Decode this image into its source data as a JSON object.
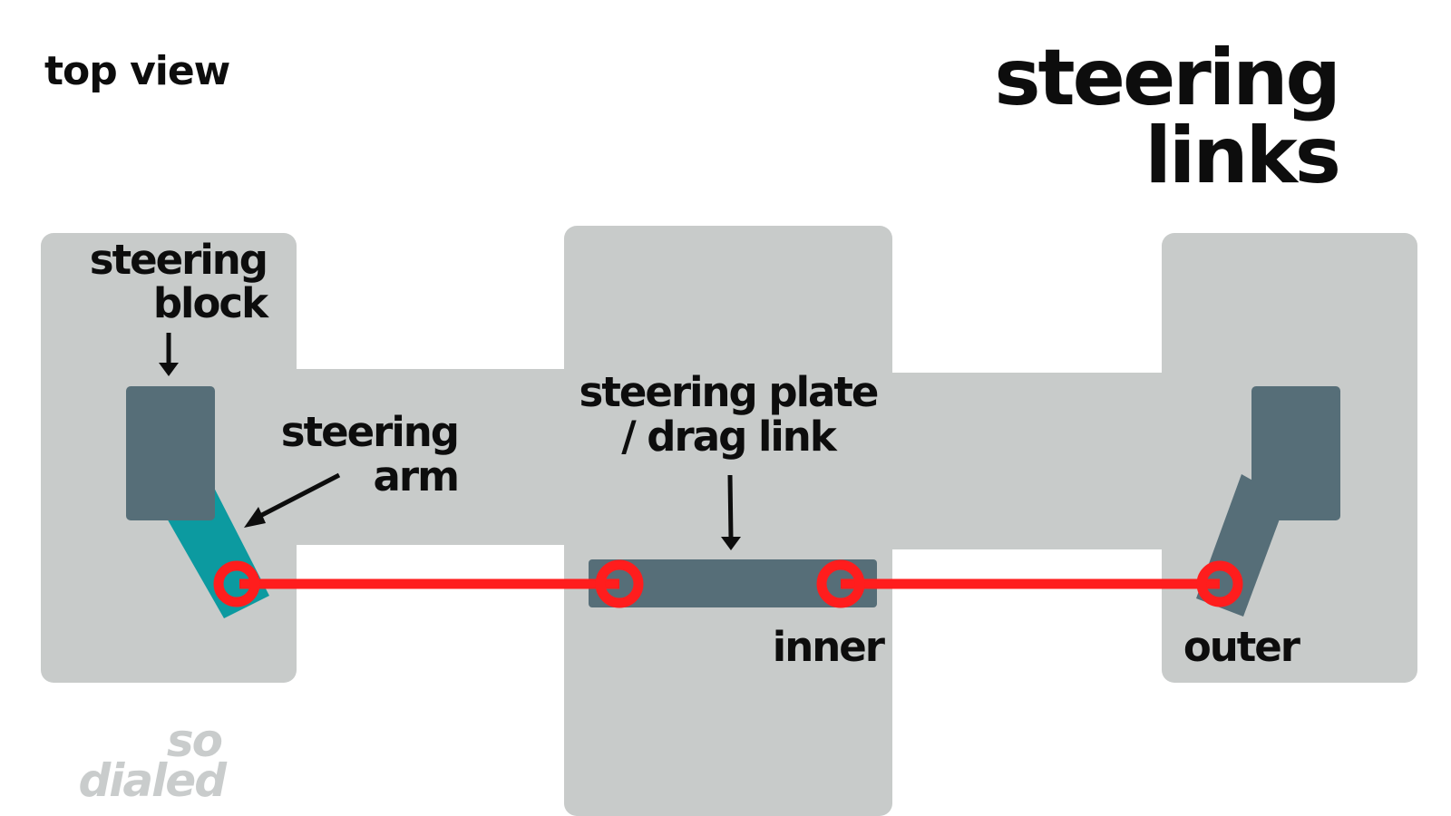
{
  "header": {
    "view_label": "top view",
    "title_line1": "steering",
    "title_line2": "links"
  },
  "labels": {
    "steering_block_line1": "steering",
    "steering_block_line2": "block",
    "steering_arm_line1": "steering",
    "steering_arm_line2": "arm",
    "steering_plate_line1": "steering plate",
    "steering_plate_line2": "/ drag link",
    "inner": "inner",
    "outer": "outer"
  },
  "logo": {
    "line1": "so",
    "line2": "dialed"
  },
  "colors": {
    "chassis": "#c8cbca",
    "component": "#566e78",
    "steering_arm_accent": "#0c9aa0",
    "link": "#ff1d1d",
    "text": "#0d0d0d",
    "logo": "#c9cccc"
  }
}
